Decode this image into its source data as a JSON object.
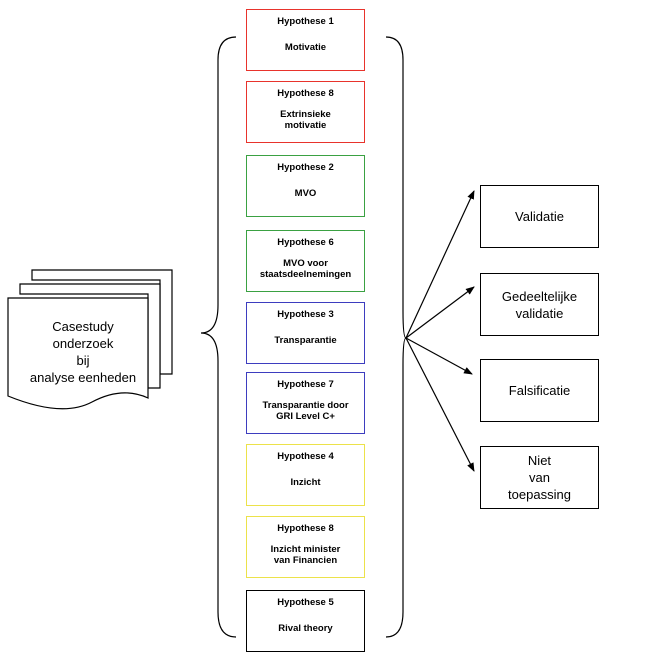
{
  "case": {
    "label": "Casestudy\nonderzoek\nbij\nanalyse eenheden"
  },
  "hypotheses": [
    {
      "title": "Hypothese 1",
      "label": "Motivatie",
      "color": "#e8332c"
    },
    {
      "title": "Hypothese 8",
      "label": "Extrinsieke\nmotivatie",
      "color": "#e8332c"
    },
    {
      "title": "Hypothese 2",
      "label": "MVO",
      "color": "#3aa142"
    },
    {
      "title": "Hypothese 6",
      "label": "MVO voor\nstaatsdeelnemingen",
      "color": "#3aa142"
    },
    {
      "title": "Hypothese 3",
      "label": "Transparantie",
      "color": "#3d3dbf"
    },
    {
      "title": "Hypothese 7",
      "label": "Transparantie door\nGRI Level C+",
      "color": "#3d3dbf"
    },
    {
      "title": "Hypothese 4",
      "label": "Inzicht",
      "color": "#ece24a"
    },
    {
      "title": "Hypothese 8",
      "label": "Inzicht minister\nvan Financien",
      "color": "#ece24a"
    },
    {
      "title": "Hypothese 5",
      "label": "Rival theory",
      "color": "#000000"
    }
  ],
  "outcomes": [
    {
      "label": "Validatie"
    },
    {
      "label": "Gedeeltelijke\nvalidatie"
    },
    {
      "label": "Falsificatie"
    },
    {
      "label": "Niet\nvan\ntoepassing"
    }
  ]
}
